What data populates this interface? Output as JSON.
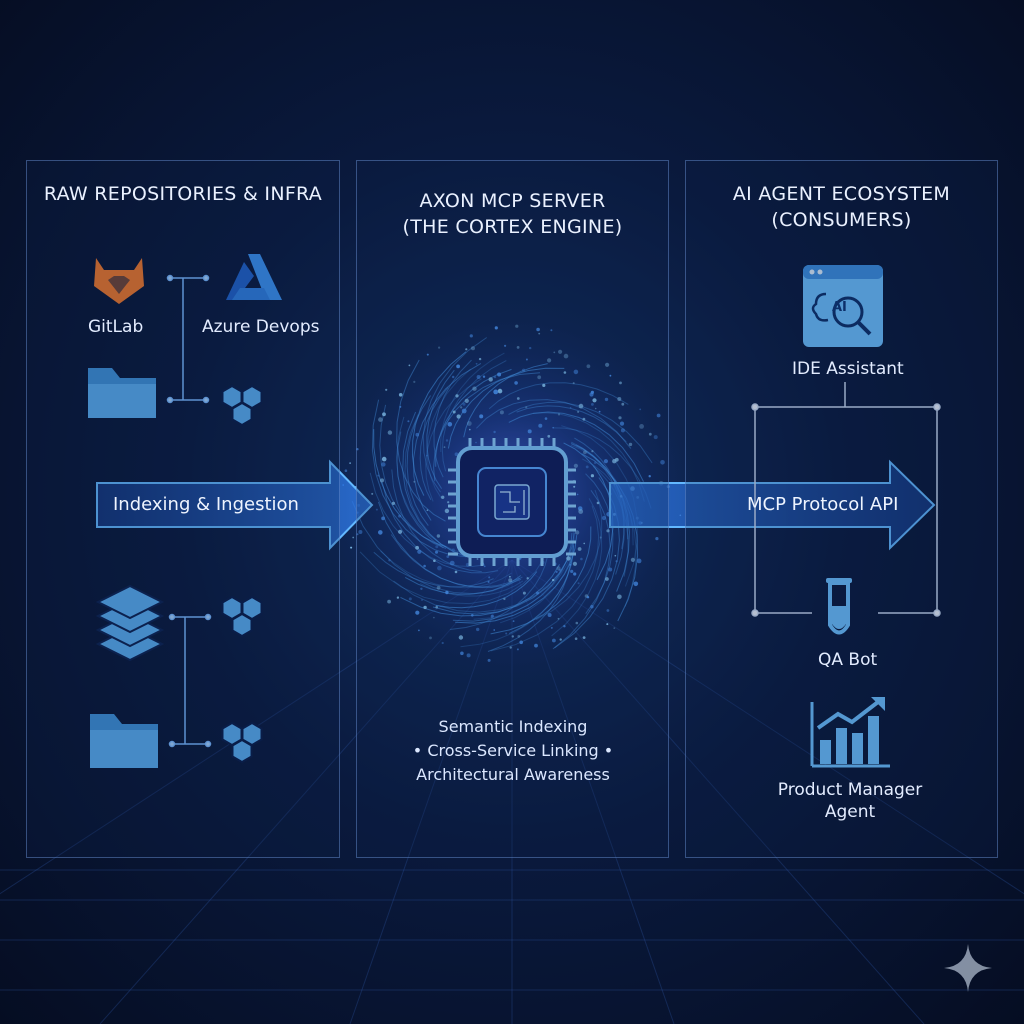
{
  "panels": {
    "left": {
      "title": "RAW REPOSITORIES & INFRA"
    },
    "center": {
      "title": "AXON MCP SERVER\n(THE CORTEX ENGINE)"
    },
    "right": {
      "title": "AI AGENT ECOSYSTEM\n(CONSUMERS)"
    }
  },
  "sources": {
    "gitlab": "GitLab",
    "azure": "Azure Devops"
  },
  "flows": {
    "ingest": "Indexing & Ingestion",
    "protocol": "MCP Protocol API"
  },
  "features": {
    "line1": "Semantic Indexing",
    "line2": "• Cross-Service Linking •",
    "line3": "Architectural Awareness"
  },
  "agents": {
    "ide": "IDE Assistant",
    "ide_badge": "AI",
    "qa": "QA Bot",
    "pm": "Product Manager\nAgent"
  },
  "colors": {
    "accent": "#4fb3ff",
    "gitlab": "#f0782a",
    "azure": "#2f7fe0",
    "folder": "#5aaef0"
  }
}
